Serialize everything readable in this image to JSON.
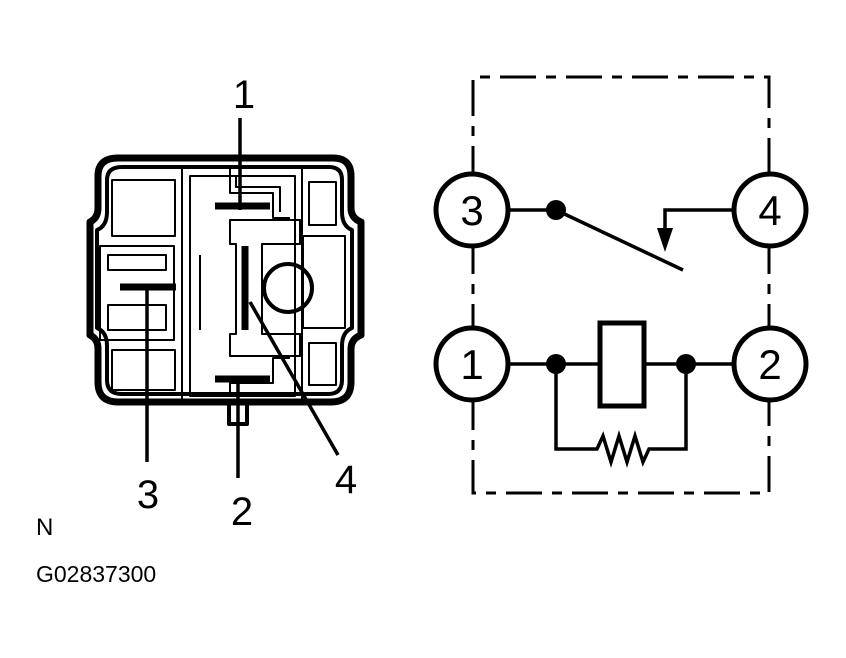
{
  "connector_view": {
    "pin_labels": [
      "1",
      "2",
      "3",
      "4"
    ]
  },
  "schematic": {
    "terminals": [
      "3",
      "4",
      "1",
      "2"
    ]
  },
  "footer": {
    "view_letter": "N",
    "figure_code": "G02837300"
  },
  "colors": {
    "ink": "#000000",
    "background": "#ffffff"
  }
}
